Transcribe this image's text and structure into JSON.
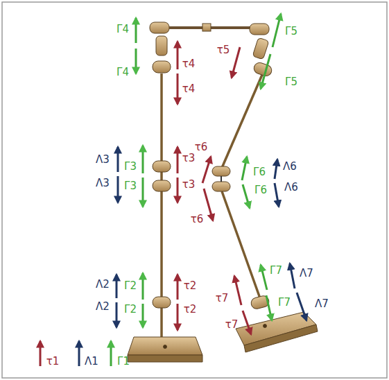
{
  "diagram": {
    "labels": [
      "Γ4",
      "Γ4",
      "τ4",
      "τ4",
      "τ5",
      "Γ5",
      "Γ5",
      "Λ3",
      "Λ3",
      "Γ3",
      "Γ3",
      "τ3",
      "τ3",
      "τ6",
      "τ6",
      "Γ6",
      "Γ6",
      "Λ6",
      "Λ6",
      "Λ2",
      "Λ2",
      "Γ2",
      "Γ2",
      "τ2",
      "τ2",
      "Γ7",
      "Λ7",
      "τ7",
      "Γ7",
      "τ7",
      "Λ7",
      "τ1",
      "Λ1",
      "Γ1"
    ]
  }
}
